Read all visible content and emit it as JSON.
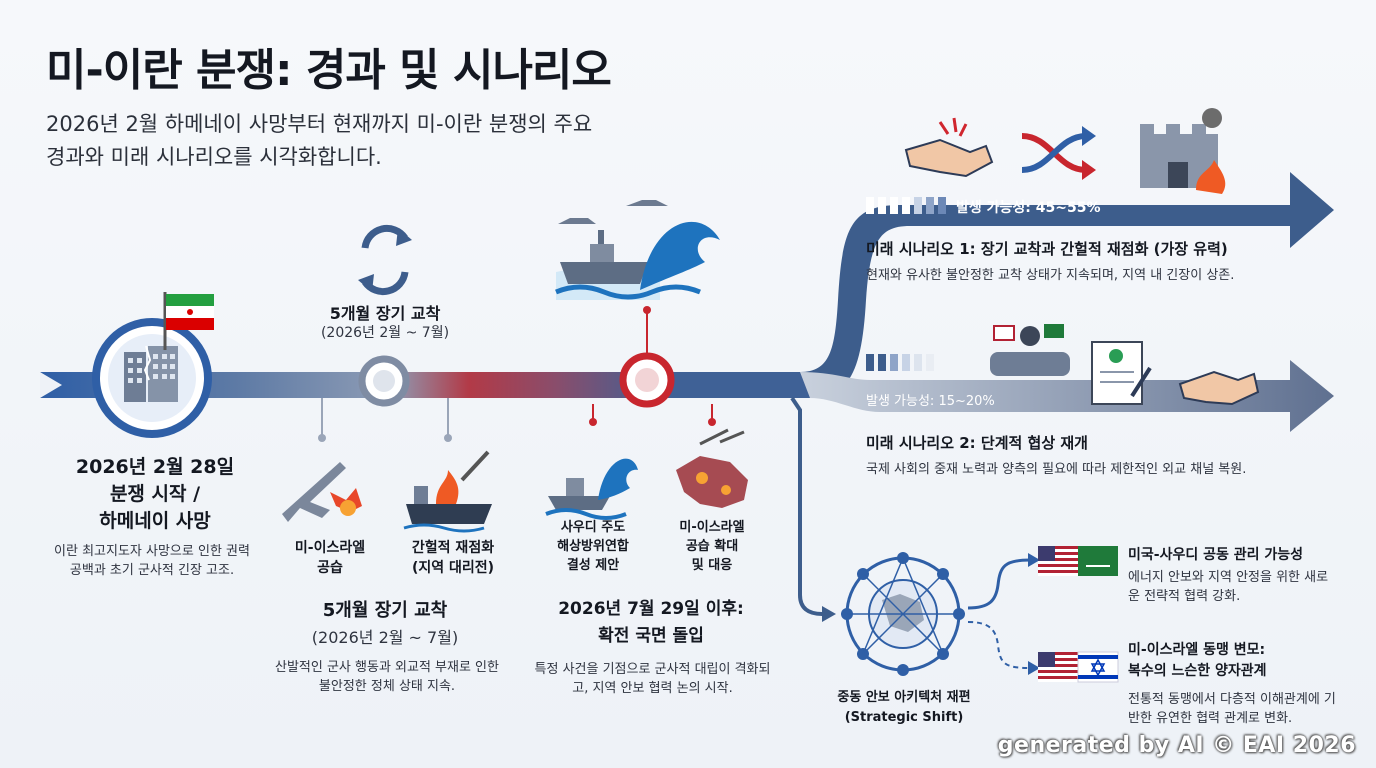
{
  "title": "미-이란 분쟁: 경과 및 시나리오",
  "subtitle": "2026년 2월 하메네이 사망부터 현재까지 미-이란 분쟁의 주요 경과와 미래 시나리오를 시각화합니다.",
  "stage1": {
    "heading": "2026년 2월 28일\n분쟁 시작 /\n하메네이 사망",
    "desc": "이란 최고지도자 사망으로 인한 권력 공백과 초기 군사적 긴장 고조."
  },
  "stage2": {
    "top_label": "5개월 장기 교착",
    "top_sub": "(2026년 2월 ~ 7월)",
    "event_a": "미-이스라엘\n공습",
    "event_b": "간헐적 재점화\n(지역 대리전)",
    "heading": "5개월 장기 교착",
    "heading_sub": "(2026년 2월 ~ 7월)",
    "desc": "산발적인 군사 행동과 외교적 부재로 인한 불안정한 정체 상태 지속."
  },
  "stage3": {
    "event_a": "사우디 주도\n해상방위연합\n결성 제안",
    "event_b": "미-이스라엘\n공습 확대\n및 대응",
    "heading": "2026년 7월 29일 이후:\n확전 국면 돌입",
    "desc": "특정 사건을 기점으로 군사적 대립이 격화되고, 지역 안보 협력 논의 시작."
  },
  "scenario1": {
    "probability": "발생 가능성: 45~55%",
    "title": "미래 시나리오 1: 장기 교착과 간헐적 재점화 (가장 유력)",
    "desc": "현재와 유사한 불안정한 교착 상태가 지속되며, 지역 내 긴장이 상존."
  },
  "scenario2": {
    "probability": "발생 가능성: 15~20%",
    "title": "미래 시나리오 2: 단계적 협상 재개",
    "desc": "국제 사회의 중재 노력과 양측의 필요에 따라 제한적인 외교 채널 복원."
  },
  "shift": {
    "label": "중동 안보 아키텍처 재편\n(Strategic Shift)",
    "branch_a_title": "미국-사우디 공동 관리 가능성",
    "branch_a_desc": "에너지 안보와 지역 안정을 위한 새로운 전략적 협력 강화.",
    "branch_b_title": "미-이스라엘 동맹 변모:\n복수의 느슨한 양자관계",
    "branch_b_desc": "전통적 동맹에서 다층적 이해관계에 기반한 유연한 협력 관계로 변화."
  },
  "footer": "generated by AI © EAI 2026",
  "colors": {
    "blue": "#3c5f95",
    "red": "#c8262e",
    "grey": "#8c99ad"
  }
}
